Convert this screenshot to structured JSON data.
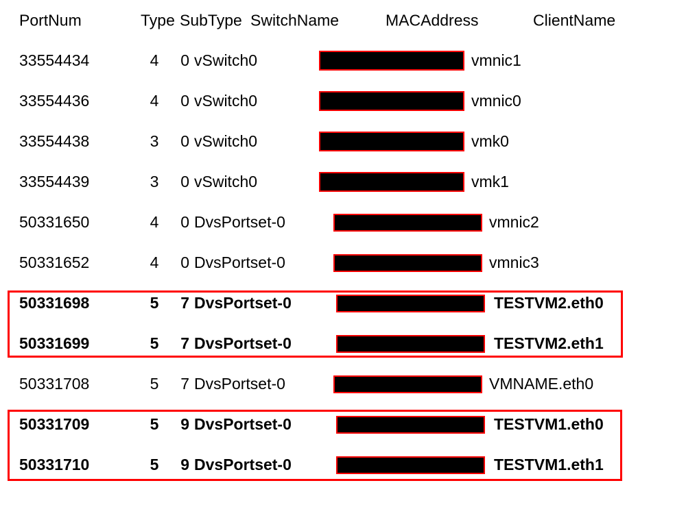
{
  "colors": {
    "highlight_red": "#ff0000",
    "text_black": "#000000",
    "redaction_fill": "#000000",
    "background": "#ffffff"
  },
  "table": {
    "headers": {
      "portnum": "PortNum",
      "type": "Type",
      "subtype": "SubType",
      "switch_name": "SwitchName",
      "mac_address": "MACAddress",
      "client_name": "ClientName"
    },
    "rows": [
      {
        "portnum": "33554434",
        "type": "4",
        "subtype": "0",
        "switch_name": "vSwitch0",
        "mac_redacted": true,
        "client_name": "vmnic1",
        "highlighted": false
      },
      {
        "portnum": "33554436",
        "type": "4",
        "subtype": "0",
        "switch_name": "vSwitch0",
        "mac_redacted": true,
        "client_name": "vmnic0",
        "highlighted": false
      },
      {
        "portnum": "33554438",
        "type": "3",
        "subtype": "0",
        "switch_name": "vSwitch0",
        "mac_redacted": true,
        "client_name": "vmk0",
        "highlighted": false
      },
      {
        "portnum": "33554439",
        "type": "3",
        "subtype": "0",
        "switch_name": "vSwitch0",
        "mac_redacted": true,
        "client_name": "vmk1",
        "highlighted": false
      },
      {
        "portnum": "50331650",
        "type": "4",
        "subtype": "0",
        "switch_name": "DvsPortset-0",
        "mac_redacted": true,
        "client_name": "vmnic2",
        "highlighted": false
      },
      {
        "portnum": "50331652",
        "type": "4",
        "subtype": "0",
        "switch_name": "DvsPortset-0",
        "mac_redacted": true,
        "client_name": "vmnic3",
        "highlighted": false
      },
      {
        "portnum": "50331698",
        "type": "5",
        "subtype": "7",
        "switch_name": "DvsPortset-0",
        "mac_redacted": true,
        "client_name": "TESTVM2.eth0",
        "highlighted": true
      },
      {
        "portnum": "50331699",
        "type": "5",
        "subtype": "7",
        "switch_name": "DvsPortset-0",
        "mac_redacted": true,
        "client_name": "TESTVM2.eth1",
        "highlighted": true
      },
      {
        "portnum": "50331708",
        "type": "5",
        "subtype": "7",
        "switch_name": "DvsPortset-0",
        "mac_redacted": true,
        "client_name": "VMNAME.eth0",
        "highlighted": false
      },
      {
        "portnum": "50331709",
        "type": "5",
        "subtype": "9",
        "switch_name": "DvsPortset-0",
        "mac_redacted": true,
        "client_name": "TESTVM1.eth0",
        "highlighted": true
      },
      {
        "portnum": "50331710",
        "type": "5",
        "subtype": "9",
        "switch_name": "DvsPortset-0",
        "mac_redacted": true,
        "client_name": "TESTVM1.eth1",
        "highlighted": true
      }
    ]
  },
  "highlights": {
    "testvm2_group": {
      "rows": [
        "50331698",
        "50331699"
      ]
    },
    "testvm1_group": {
      "rows": [
        "50331709",
        "50331710"
      ]
    }
  }
}
